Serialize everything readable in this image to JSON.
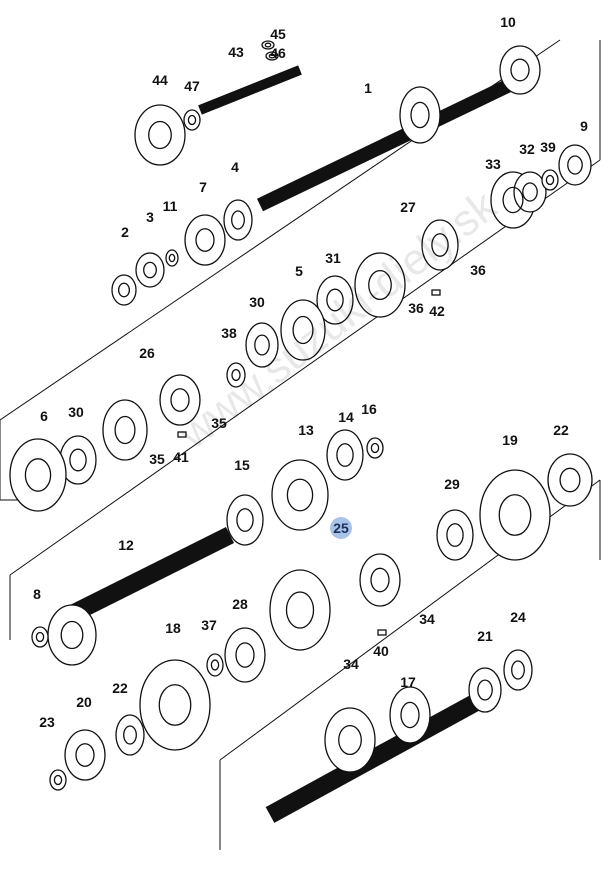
{
  "diagram": {
    "title": "Transmission gear shaft exploded parts diagram",
    "watermark": "www.suzuki-diely.sk",
    "highlight_color": "#a9c2e8",
    "callouts": [
      "45",
      "46",
      "10",
      "43",
      "44",
      "47",
      "1",
      "9",
      "4",
      "33",
      "32",
      "39",
      "7",
      "2",
      "3",
      "11",
      "27",
      "31",
      "5",
      "36",
      "36",
      "42",
      "30",
      "38",
      "26",
      "6",
      "30",
      "35",
      "35",
      "41",
      "13",
      "14",
      "16",
      "15",
      "19",
      "22",
      "29",
      "25",
      "12",
      "8",
      "34",
      "28",
      "37",
      "18",
      "34",
      "40",
      "24",
      "21",
      "17",
      "20",
      "22",
      "23"
    ],
    "highlighted_callout": "25"
  }
}
